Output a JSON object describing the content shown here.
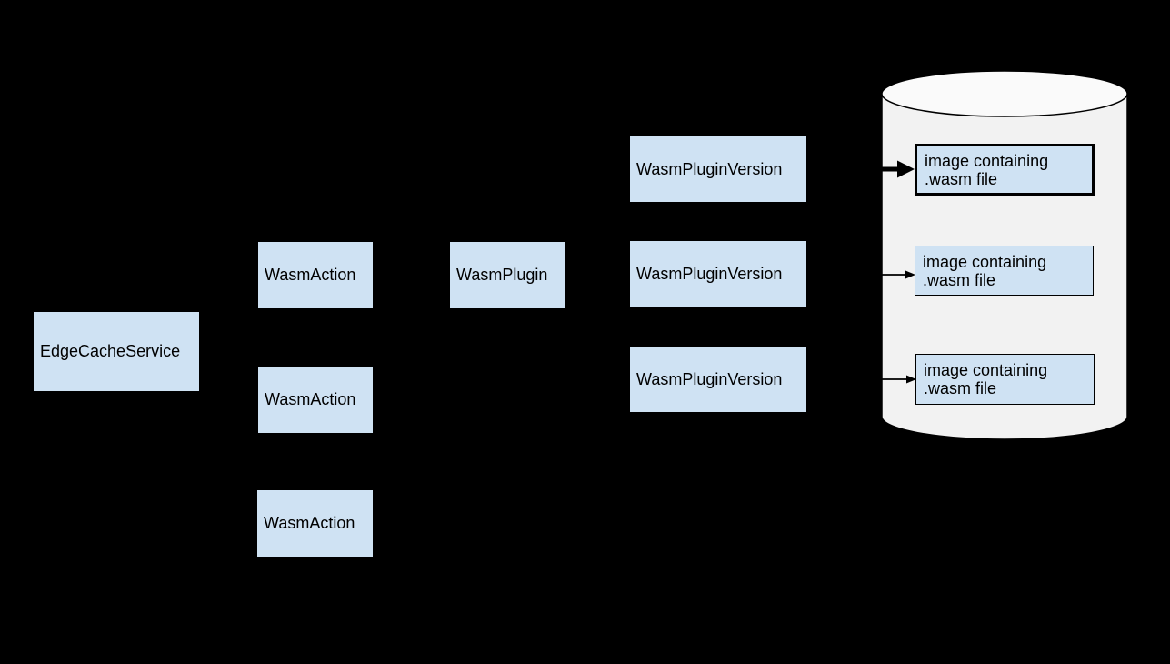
{
  "palette": {
    "background": "#000000",
    "node_fill": "#cfe2f3",
    "node_text": "#000000",
    "cylinder_body_fill": "#f2f2f2",
    "cylinder_top_fill": "#fafafa",
    "line_color": "#000000"
  },
  "nodes": {
    "edge_cache_service": {
      "label": "EdgeCacheService"
    },
    "wasm_action_1": {
      "label": "WasmAction"
    },
    "wasm_action_2": {
      "label": "WasmAction"
    },
    "wasm_action_3": {
      "label": "WasmAction"
    },
    "wasm_plugin": {
      "label": "WasmPlugin"
    },
    "wasm_plugin_version_1": {
      "label": "WasmPluginVersion"
    },
    "wasm_plugin_version_2": {
      "label": "WasmPluginVersion"
    },
    "wasm_plugin_version_3": {
      "label": "WasmPluginVersion"
    }
  },
  "registry": {
    "image_1": {
      "label": "image containing\n.wasm file",
      "emphasized": true
    },
    "image_2": {
      "label": "image containing\n.wasm file",
      "emphasized": false
    },
    "image_3": {
      "label": "image containing\n.wasm file",
      "emphasized": false
    }
  }
}
